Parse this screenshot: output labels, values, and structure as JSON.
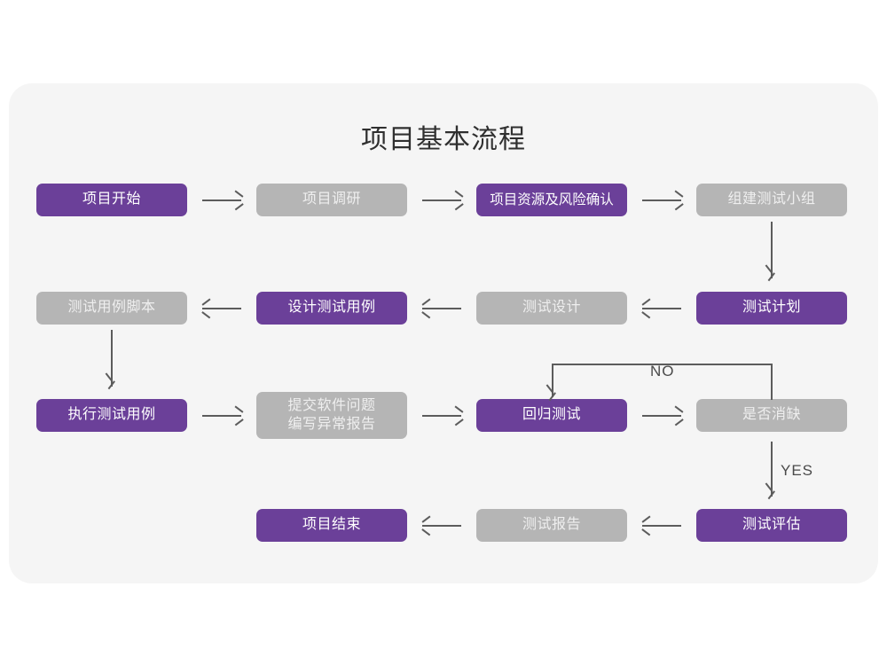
{
  "page": {
    "background": "#ffffff",
    "card_background": "#f5f5f5"
  },
  "colors": {
    "purple": "#6b4099",
    "gray": "#b5b5b5",
    "purple_text": "#ffffff",
    "gray_text": "#efefef",
    "title_text": "#2f2f2f",
    "arrow": "#5c5c5c"
  },
  "header": {
    "title": "项目基本流程"
  },
  "flow": {
    "rows": [
      {
        "name": "row-1",
        "nodes": [
          {
            "id": "project-start",
            "label": "项目开始",
            "style": "purple"
          },
          {
            "id": "project-research",
            "label": "项目调研",
            "style": "gray"
          },
          {
            "id": "resource-risk-confirm",
            "label": "项目资源及风险确认",
            "style": "purple"
          },
          {
            "id": "build-test-team",
            "label": "组建测试小组",
            "style": "gray"
          }
        ]
      },
      {
        "name": "row-2",
        "nodes": [
          {
            "id": "test-case-script",
            "label": "测试用例脚本",
            "style": "gray"
          },
          {
            "id": "design-test-case",
            "label": "设计测试用例",
            "style": "purple"
          },
          {
            "id": "test-design",
            "label": "测试设计",
            "style": "gray"
          },
          {
            "id": "test-plan",
            "label": "测试计划",
            "style": "purple"
          }
        ]
      },
      {
        "name": "row-3",
        "nodes": [
          {
            "id": "execute-test-case",
            "label": "执行测试用例",
            "style": "purple"
          },
          {
            "id": "submit-defect",
            "label": "提交软件问题\n编写异常报告",
            "line1": "提交软件问题",
            "line2": "编写异常报告",
            "style": "gray"
          },
          {
            "id": "regression-test",
            "label": "回归测试",
            "style": "purple"
          },
          {
            "id": "defect-cleared",
            "label": "是否消缺",
            "style": "gray"
          }
        ]
      },
      {
        "name": "row-4",
        "nodes": [
          {
            "id": "project-end",
            "label": "项目结束",
            "style": "purple"
          },
          {
            "id": "test-report",
            "label": "测试报告",
            "style": "gray"
          },
          {
            "id": "test-evaluate",
            "label": "测试评估",
            "style": "purple"
          }
        ]
      }
    ],
    "edge_labels": {
      "no": "NO",
      "yes": "YES"
    },
    "connectors": [
      {
        "id": "c1",
        "from": "project-start",
        "to": "project-research",
        "direction": "right"
      },
      {
        "id": "c2",
        "from": "project-research",
        "to": "resource-risk-confirm",
        "direction": "right"
      },
      {
        "id": "c3",
        "from": "resource-risk-confirm",
        "to": "build-test-team",
        "direction": "right"
      },
      {
        "id": "c4",
        "from": "build-test-team",
        "to": "test-plan",
        "direction": "down"
      },
      {
        "id": "c5",
        "from": "test-plan",
        "to": "test-design",
        "direction": "left"
      },
      {
        "id": "c6",
        "from": "test-design",
        "to": "design-test-case",
        "direction": "left"
      },
      {
        "id": "c7",
        "from": "design-test-case",
        "to": "test-case-script",
        "direction": "left"
      },
      {
        "id": "c8",
        "from": "test-case-script",
        "to": "execute-test-case",
        "direction": "down"
      },
      {
        "id": "c9",
        "from": "execute-test-case",
        "to": "submit-defect",
        "direction": "right"
      },
      {
        "id": "c10",
        "from": "submit-defect",
        "to": "regression-test",
        "direction": "right"
      },
      {
        "id": "c11",
        "from": "regression-test",
        "to": "defect-cleared",
        "direction": "right"
      },
      {
        "id": "c12",
        "from": "defect-cleared",
        "to": "regression-test",
        "direction": "loop-up-left",
        "label": "NO"
      },
      {
        "id": "c13",
        "from": "defect-cleared",
        "to": "test-evaluate",
        "direction": "down",
        "label": "YES"
      },
      {
        "id": "c14",
        "from": "test-evaluate",
        "to": "test-report",
        "direction": "left"
      },
      {
        "id": "c15",
        "from": "test-report",
        "to": "project-end",
        "direction": "left"
      }
    ]
  }
}
